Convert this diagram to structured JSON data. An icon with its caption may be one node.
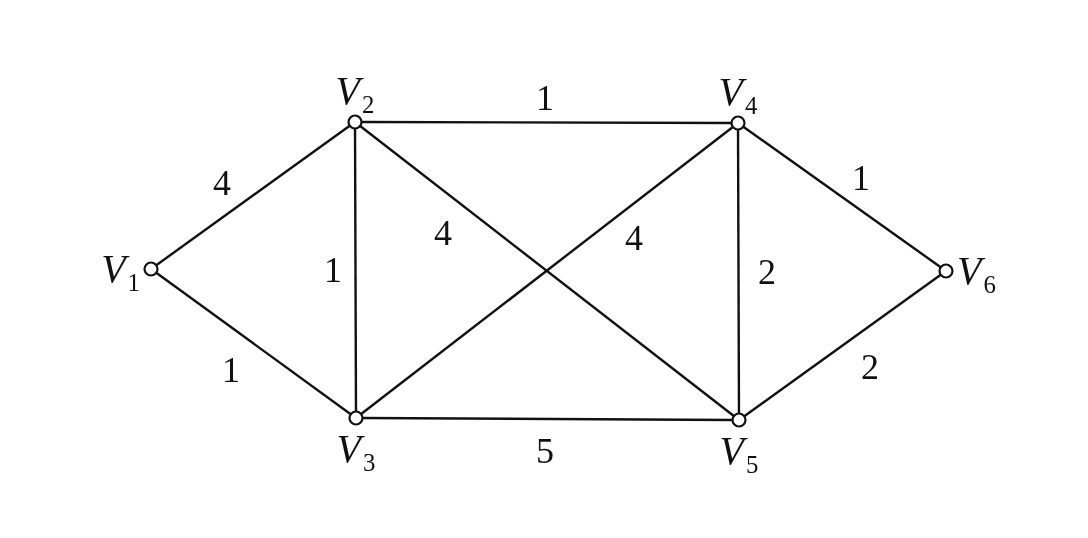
{
  "diagram": {
    "nodes": [
      {
        "text": [
          "*V*$_{1}$"
        ]
      },
      {
        "text": [
          "*V*$_{2}$"
        ]
      },
      {
        "text": [
          "*V*$_{3}$"
        ]
      },
      {
        "text": [
          "*V*$_{4}$"
        ]
      },
      {
        "text": [
          "*V*$_{5}$"
        ]
      },
      {
        "text": [
          "*V*$_{6}$"
        ]
      }
    ],
    "edges": [
      {
        "from": 0,
        "to": 1,
        "arrow": "none",
        "label": "4"
      },
      {
        "from": 0,
        "to": 2,
        "arrow": "none",
        "label": "1"
      },
      {
        "from": 1,
        "to": 2,
        "arrow": "none",
        "label": "1"
      },
      {
        "from": 1,
        "to": 3,
        "arrow": "none",
        "label": "1"
      },
      {
        "from": 1,
        "to": 4,
        "arrow": "none",
        "label": "4"
      },
      {
        "from": 2,
        "to": 3,
        "arrow": "none",
        "label": "4"
      },
      {
        "from": 2,
        "to": 4,
        "arrow": "none",
        "label": "5"
      },
      {
        "from": 3,
        "to": 4,
        "arrow": "none",
        "label": "2"
      },
      {
        "from": 3,
        "to": 5,
        "arrow": "none",
        "label": "1"
      },
      {
        "from": 4,
        "to": 5,
        "arrow": "none",
        "label": "2"
      }
    ]
  }
}
